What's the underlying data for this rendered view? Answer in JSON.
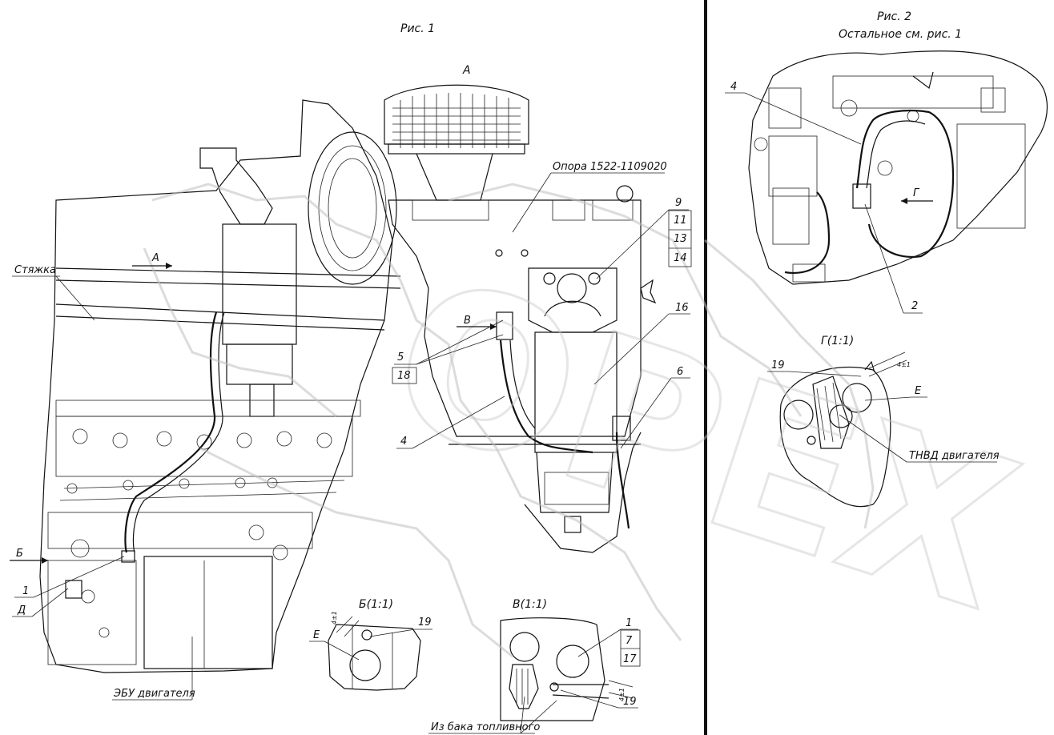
{
  "figure1": {
    "caption": "Рис. 1",
    "view_a": "А",
    "support_label": "Опора 1522-1109020",
    "strap_label": "Стяжка",
    "arrow_a": "А",
    "arrow_b": "Б",
    "arrow_v": "В",
    "label_d": "Д",
    "ecu_label": "ЭБУ двигателя",
    "callouts": [
      "1",
      "4",
      "5",
      "18",
      "6",
      "16",
      "9",
      "11",
      "13",
      "14"
    ]
  },
  "figure2": {
    "caption": "Рис. 2",
    "subcaption": "Остальное см. рис. 1",
    "arrow_g": "Г",
    "callouts": [
      "4",
      "2"
    ]
  },
  "detail_g": {
    "title": "Г(1:1)",
    "callout_19": "19",
    "callout_e": "Е",
    "dimension": "4±1",
    "pump_label": "ТНВД двигателя"
  },
  "detail_b": {
    "title": "Б(1:1)",
    "callout_19": "19",
    "callout_e": "Е",
    "dimension": "4±1"
  },
  "detail_v": {
    "title": "В(1:1)",
    "callouts": [
      "1",
      "7",
      "17",
      "19"
    ],
    "dimension": "4±1",
    "tank_label": "Из бака топливного"
  },
  "watermark": "OPEX"
}
